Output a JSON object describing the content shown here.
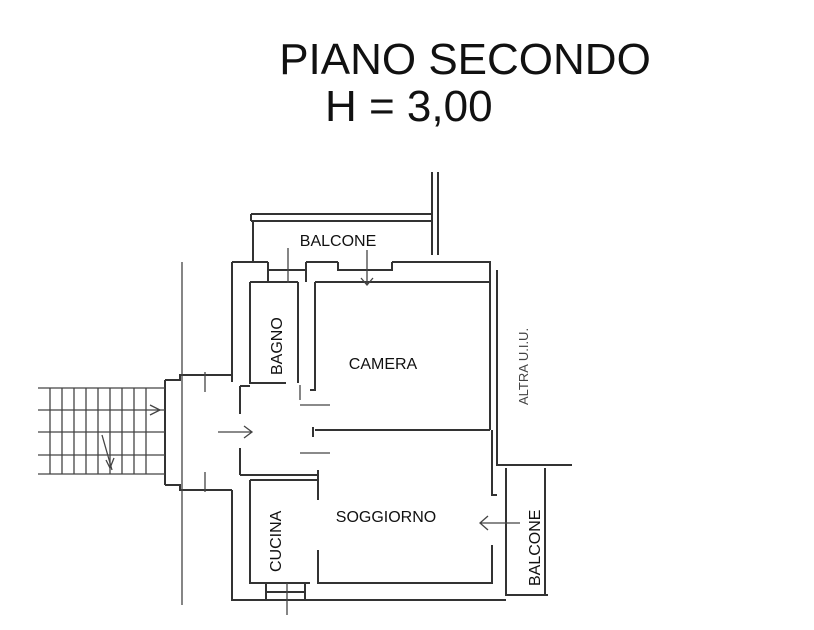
{
  "title": "PIANO SECONDO",
  "height_label": "H = 3,00",
  "rooms": {
    "balcone_top": "BALCONE",
    "bagno": "BAGNO",
    "camera": "CAMERA",
    "soggiorno": "SOGGIORNO",
    "cucina": "CUCINA",
    "balcone_right": "BALCONE",
    "altra_uiu": "ALTRA U.I.U."
  }
}
